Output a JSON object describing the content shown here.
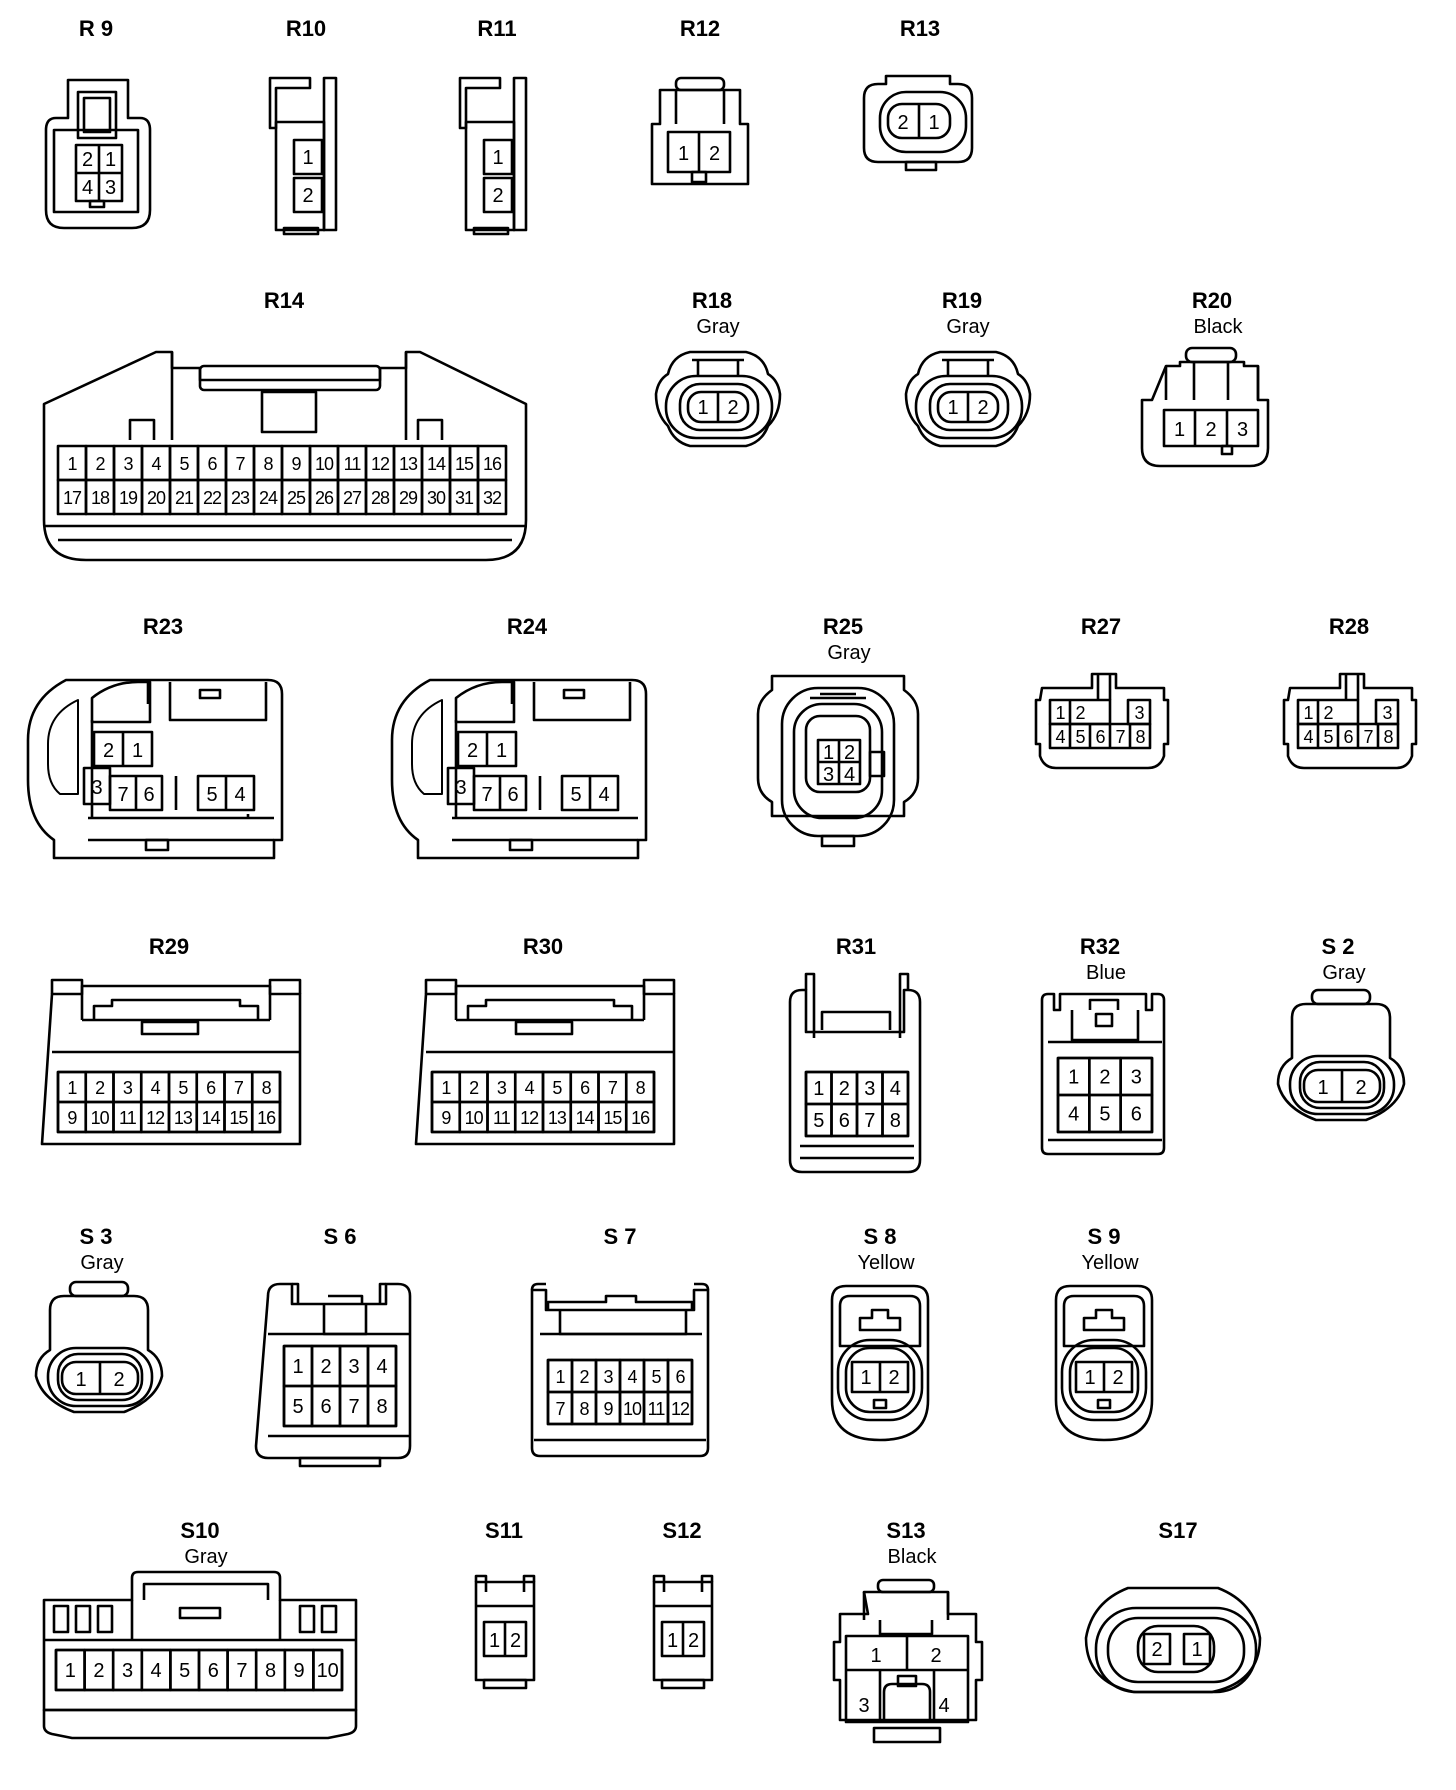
{
  "connectors": {
    "R9": {
      "name": "R 9",
      "pins": [
        "2",
        "1",
        "4",
        "3"
      ]
    },
    "R10": {
      "name": "R10",
      "pins": [
        "1",
        "2"
      ]
    },
    "R11": {
      "name": "R11",
      "pins": [
        "1",
        "2"
      ]
    },
    "R12": {
      "name": "R12",
      "pins": [
        "1",
        "2"
      ]
    },
    "R13": {
      "name": "R13",
      "pins": [
        "2",
        "1"
      ]
    },
    "R14": {
      "name": "R14",
      "pins": [
        "1",
        "2",
        "3",
        "4",
        "5",
        "6",
        "7",
        "8",
        "9",
        "10",
        "11",
        "12",
        "13",
        "14",
        "15",
        "16",
        "17",
        "18",
        "19",
        "20",
        "21",
        "22",
        "23",
        "24",
        "25",
        "26",
        "27",
        "28",
        "29",
        "30",
        "31",
        "32"
      ]
    },
    "R18": {
      "name": "R18",
      "color": "Gray",
      "pins": [
        "1",
        "2"
      ]
    },
    "R19": {
      "name": "R19",
      "color": "Gray",
      "pins": [
        "1",
        "2"
      ]
    },
    "R20": {
      "name": "R20",
      "color": "Black",
      "pins": [
        "1",
        "2",
        "3"
      ]
    },
    "R23": {
      "name": "R23",
      "pins": [
        "2",
        "1",
        "3",
        "7",
        "6",
        "5",
        "4"
      ]
    },
    "R24": {
      "name": "R24",
      "pins": [
        "2",
        "1",
        "3",
        "7",
        "6",
        "5",
        "4"
      ]
    },
    "R25": {
      "name": "R25",
      "color": "Gray",
      "pins": [
        "1",
        "2",
        "3",
        "4"
      ]
    },
    "R27": {
      "name": "R27",
      "pins": [
        "1",
        "2",
        "3",
        "4",
        "5",
        "6",
        "7",
        "8"
      ]
    },
    "R28": {
      "name": "R28",
      "pins": [
        "1",
        "2",
        "3",
        "4",
        "5",
        "6",
        "7",
        "8"
      ]
    },
    "R29": {
      "name": "R29",
      "pins": [
        "1",
        "2",
        "3",
        "4",
        "5",
        "6",
        "7",
        "8",
        "9",
        "10",
        "11",
        "12",
        "13",
        "14",
        "15",
        "16"
      ]
    },
    "R30": {
      "name": "R30",
      "pins": [
        "1",
        "2",
        "3",
        "4",
        "5",
        "6",
        "7",
        "8",
        "9",
        "10",
        "11",
        "12",
        "13",
        "14",
        "15",
        "16"
      ]
    },
    "R31": {
      "name": "R31",
      "pins": [
        "1",
        "2",
        "3",
        "4",
        "5",
        "6",
        "7",
        "8"
      ]
    },
    "R32": {
      "name": "R32",
      "color": "Blue",
      "pins": [
        "1",
        "2",
        "3",
        "4",
        "5",
        "6"
      ]
    },
    "S2": {
      "name": "S 2",
      "color": "Gray",
      "pins": [
        "1",
        "2"
      ]
    },
    "S3": {
      "name": "S 3",
      "color": "Gray",
      "pins": [
        "1",
        "2"
      ]
    },
    "S6": {
      "name": "S 6",
      "pins": [
        "1",
        "2",
        "3",
        "4",
        "5",
        "6",
        "7",
        "8"
      ]
    },
    "S7": {
      "name": "S 7",
      "pins": [
        "1",
        "2",
        "3",
        "4",
        "5",
        "6",
        "7",
        "8",
        "9",
        "10",
        "11",
        "12"
      ]
    },
    "S8": {
      "name": "S 8",
      "color": "Yellow",
      "pins": [
        "1",
        "2"
      ]
    },
    "S9": {
      "name": "S 9",
      "color": "Yellow",
      "pins": [
        "1",
        "2"
      ]
    },
    "S10": {
      "name": "S10",
      "color": "Gray",
      "pins": [
        "1",
        "2",
        "3",
        "4",
        "5",
        "6",
        "7",
        "8",
        "9",
        "10"
      ]
    },
    "S11": {
      "name": "S11",
      "pins": [
        "1",
        "2"
      ]
    },
    "S12": {
      "name": "S12",
      "pins": [
        "1",
        "2"
      ]
    },
    "S13": {
      "name": "S13",
      "color": "Black",
      "pins": [
        "1",
        "2",
        "3",
        "4"
      ]
    },
    "S17": {
      "name": "S17",
      "pins": [
        "2",
        "1"
      ]
    }
  }
}
